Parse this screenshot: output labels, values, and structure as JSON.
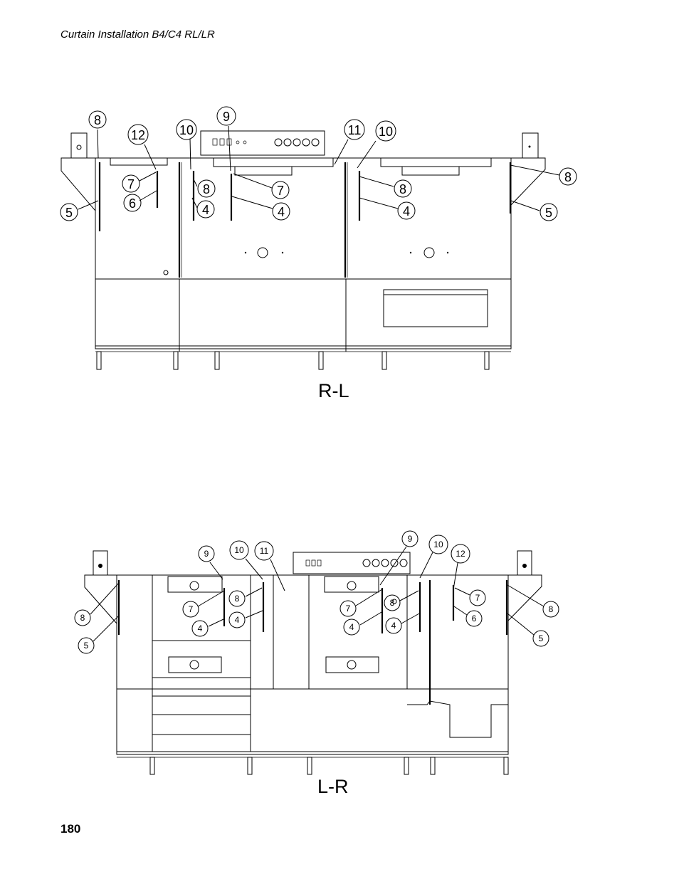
{
  "header": {
    "title": "Curtain Installation B4/C4 RL/LR"
  },
  "footer": {
    "page_number": "180"
  },
  "diagrams": [
    {
      "view_label": "R-L",
      "callouts": [
        "8",
        "12",
        "10",
        "9",
        "11",
        "10",
        "7",
        "8",
        "7",
        "8",
        "6",
        "4",
        "4",
        "4",
        "5",
        "8",
        "5"
      ]
    },
    {
      "view_label": "L-R",
      "callouts": [
        "9",
        "10",
        "11",
        "9",
        "10",
        "12",
        "8",
        "7",
        "7",
        "8",
        "8",
        "7",
        "4",
        "4",
        "4",
        "4",
        "8",
        "6",
        "5",
        "5"
      ]
    }
  ]
}
